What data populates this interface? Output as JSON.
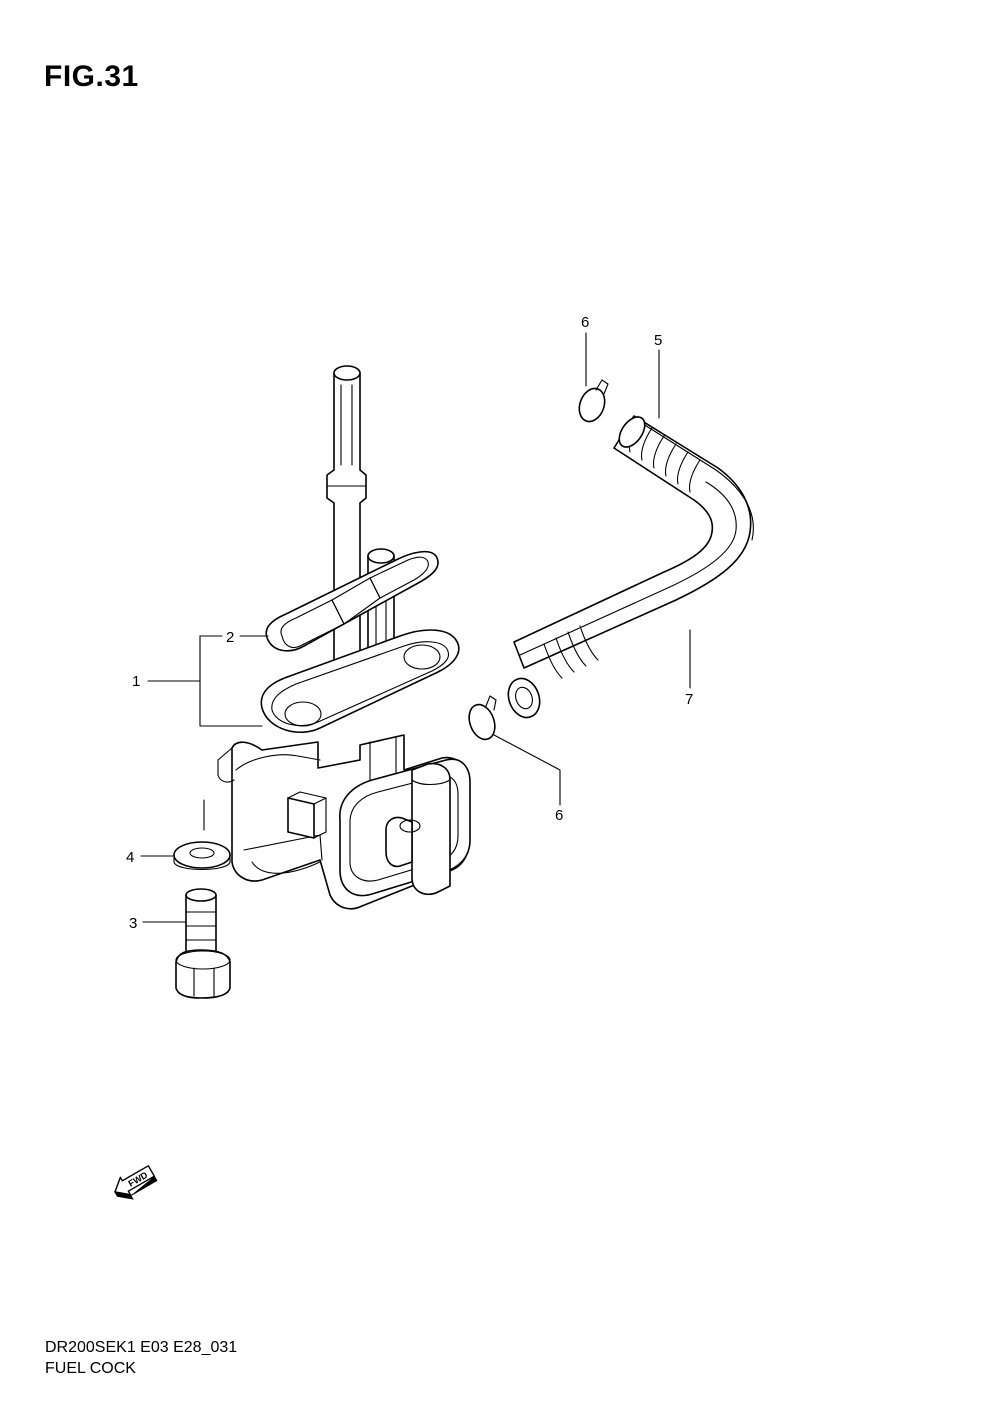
{
  "figure": {
    "title": "FIG.31"
  },
  "callouts": [
    {
      "id": "1",
      "label": "1"
    },
    {
      "id": "2",
      "label": "2"
    },
    {
      "id": "3",
      "label": "3"
    },
    {
      "id": "4",
      "label": "4"
    },
    {
      "id": "5",
      "label": "5"
    },
    {
      "id": "6a",
      "label": "6"
    },
    {
      "id": "6b",
      "label": "6"
    },
    {
      "id": "7",
      "label": "7"
    }
  ],
  "fwd": {
    "label": "FWD"
  },
  "footer": {
    "model_code": "DR200SEK1 E03 E28_031",
    "section_name": "FUEL COCK"
  }
}
